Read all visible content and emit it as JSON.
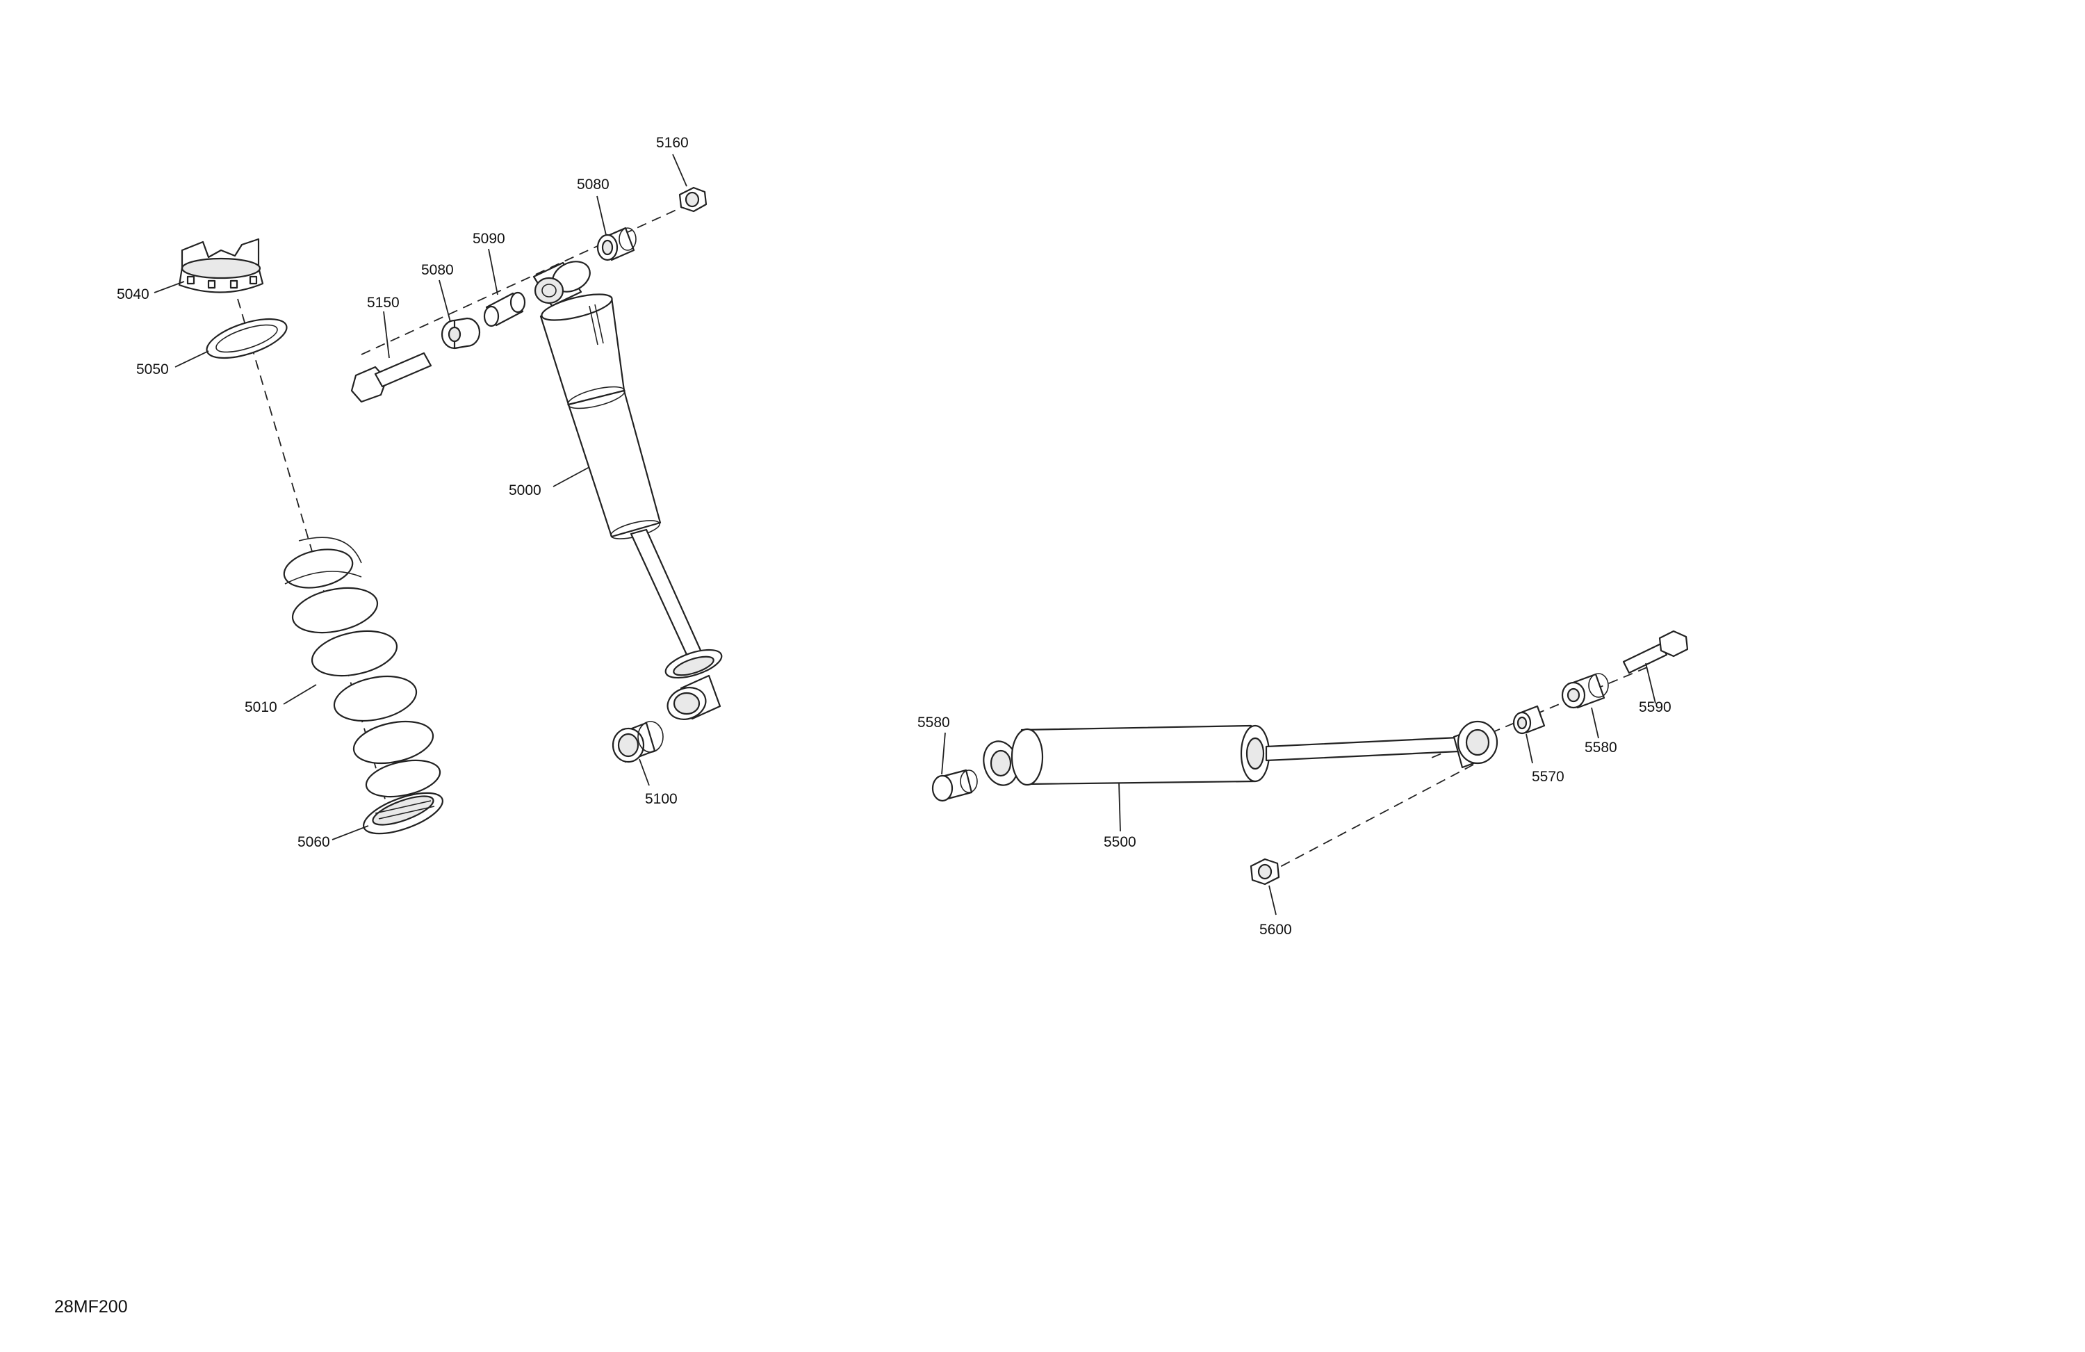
{
  "diagram": {
    "figure_code": "28MF200",
    "front_shock_callouts": {
      "shock_absorber": "5000",
      "spring": "5010",
      "spring_retainer": "5040",
      "spacer_ring": "5050",
      "lower_spring_seat": "5060",
      "bushing_left": "5080",
      "bushing_right": "5080",
      "sleeve": "5090",
      "lower_bushing": "5100",
      "bolt": "5150",
      "nut": "5160"
    },
    "steering_damper_callouts": {
      "damper": "5500",
      "sleeve": "5570",
      "bushing_left": "5580",
      "bushing_right": "5580",
      "bolt": "5590",
      "nut": "5600"
    }
  }
}
